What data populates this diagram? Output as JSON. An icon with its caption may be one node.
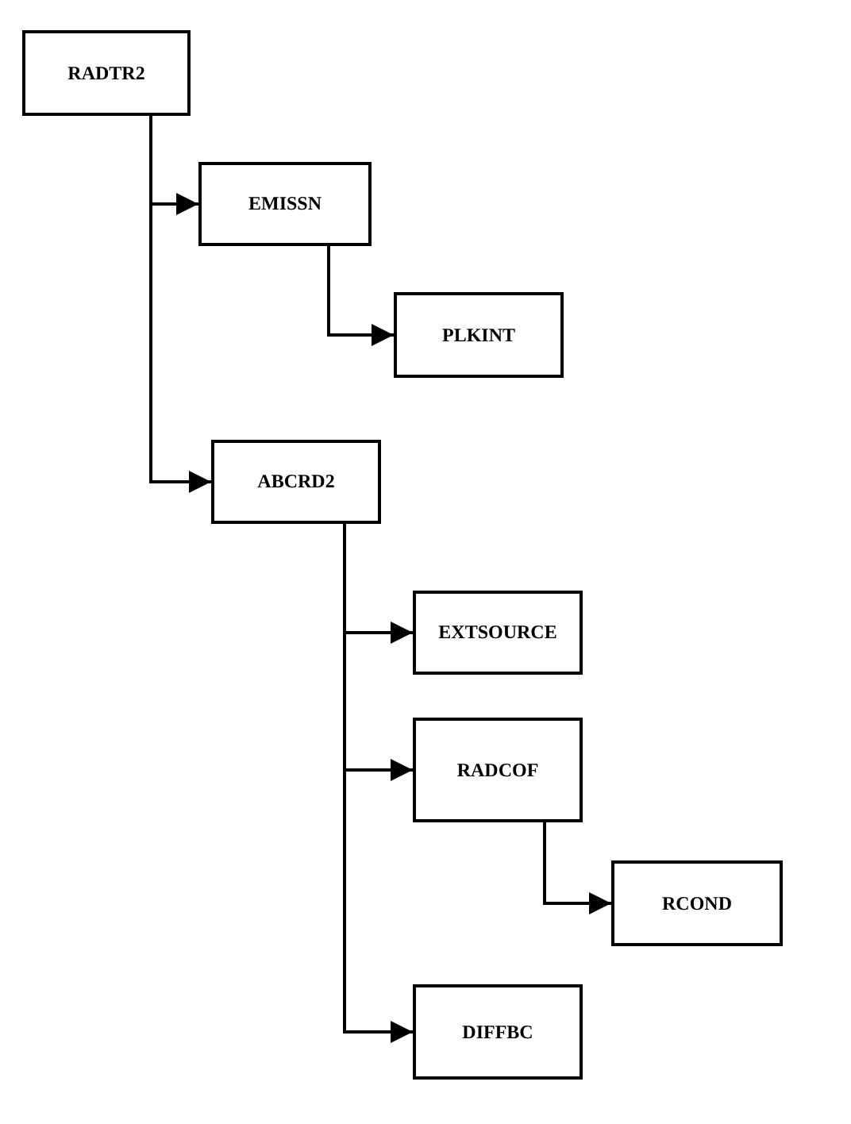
{
  "diagram": {
    "nodes": [
      {
        "text": [
          "RADTR2"
        ]
      },
      {
        "text": [
          "EMISSN"
        ]
      },
      {
        "text": [
          "PLKINT"
        ]
      },
      {
        "text": [
          "ABCRD2"
        ]
      },
      {
        "text": [
          "EXTSOURCE"
        ]
      },
      {
        "text": [
          "RADCOF"
        ]
      },
      {
        "text": [
          "RCOND"
        ]
      },
      {
        "text": [
          "DIFFBC"
        ]
      }
    ],
    "edges": [
      {
        "from": 0,
        "to": 1,
        "arrow": "to"
      },
      {
        "from": 1,
        "to": 2,
        "arrow": "to"
      },
      {
        "from": 0,
        "to": 3,
        "arrow": "to"
      },
      {
        "from": 3,
        "to": 4,
        "arrow": "to"
      },
      {
        "from": 3,
        "to": 5,
        "arrow": "to"
      },
      {
        "from": 5,
        "to": 6,
        "arrow": "to"
      },
      {
        "from": 3,
        "to": 7,
        "arrow": "to"
      }
    ]
  }
}
